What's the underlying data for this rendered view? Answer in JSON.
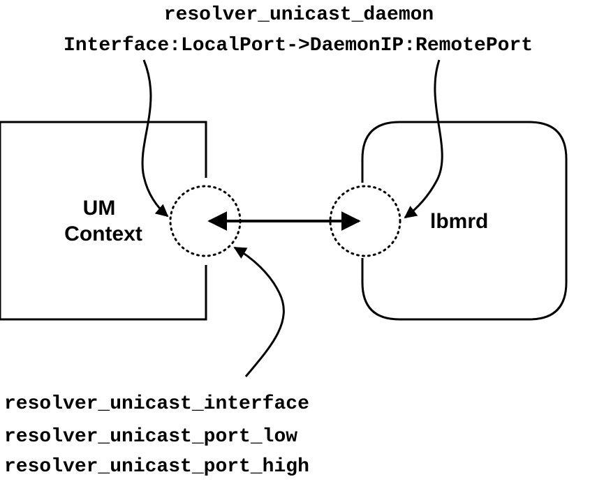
{
  "labels": {
    "daemon_param": "resolver_unicast_daemon",
    "daemon_format": "Interface:LocalPort->DaemonIP:RemotePort",
    "context_line1": "UM",
    "context_line2": "Context",
    "lbmrd": "lbmrd",
    "interface_param": "resolver_unicast_interface",
    "port_low_param": "resolver_unicast_port_low",
    "port_high_param": "resolver_unicast_port_high"
  },
  "colors": {
    "stroke": "#000000",
    "background": "#ffffff"
  }
}
